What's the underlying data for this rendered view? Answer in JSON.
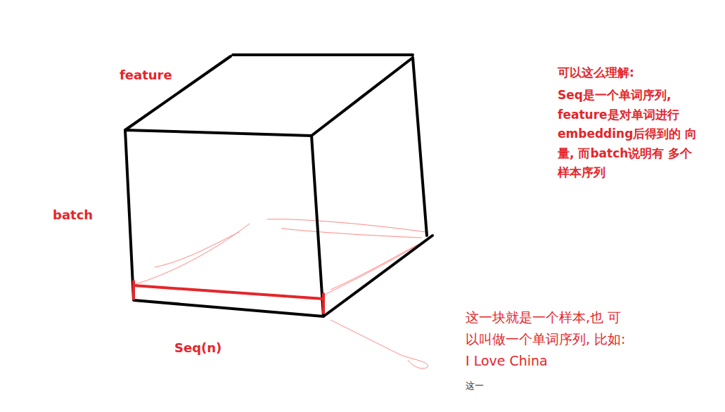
{
  "diagram": {
    "labels": [
      "feature",
      "batch",
      "Seq(n)",
      "可以这么理解:",
      "Seq是一个单词序列, feature是对单词进行 embedding后得到的 向量, 而batch说明有 多个样本序列",
      "这一块就是一个样本,也 可以叫做一个单词序列, 比如: I Love China",
      "这一"
    ]
  }
}
